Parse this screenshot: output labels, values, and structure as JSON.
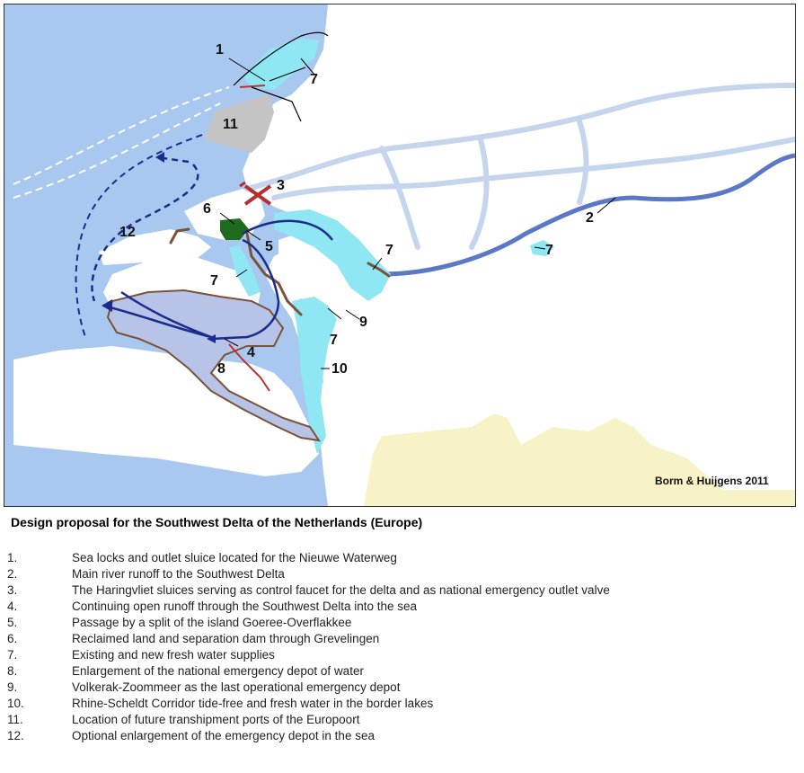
{
  "map": {
    "credit": "Borm & Huijgens 2011",
    "labels": {
      "l1": "1",
      "l2": "2",
      "l3": "3",
      "l4": "4",
      "l5": "5",
      "l6": "6",
      "l7a": "7",
      "l7b": "7",
      "l7c": "7",
      "l7d": "7",
      "l7e": "7",
      "l8": "8",
      "l9": "9",
      "l10": "10",
      "l11": "11",
      "l12": "12"
    },
    "colors": {
      "sea": "#a9c8ef",
      "land": "#ffffff",
      "land_south": "#f8f3c6",
      "river": "#c6d5ee",
      "fresh_water": "#8ee7f2",
      "depot": "#b7c4e8",
      "port_area": "#c4c4c4",
      "reclaimed": "#1e6b1e",
      "dam": "#7b5238",
      "main_runoff": "#5b78c7",
      "flow_arrow": "#1c2c8c",
      "sluice": "#b23030",
      "dashed_route": "#1c2c8c"
    }
  },
  "caption": "Design proposal for the Southwest Delta of the Netherlands (Europe)",
  "legend": [
    {
      "num": "1.",
      "text": "Sea locks and outlet sluice located for the Nieuwe Waterweg"
    },
    {
      "num": "2.",
      "text": "Main river runoff to the Southwest Delta"
    },
    {
      "num": "3.",
      "text": "The Haringvliet sluices serving as control faucet for the delta and as national emergency outlet valve"
    },
    {
      "num": "4.",
      "text": "Continuing open runoff through the Southwest Delta into the sea"
    },
    {
      "num": "5.",
      "text": "Passage by a split of the island Goeree-Overflakkee"
    },
    {
      "num": "6.",
      "text": "Reclaimed land and separation dam through Grevelingen"
    },
    {
      "num": "7.",
      "text": "Existing and new fresh water supplies"
    },
    {
      "num": "8.",
      "text": "Enlargement of the national emergency depot of water"
    },
    {
      "num": "9.",
      "text": "Volkerak-Zoommeer as the last operational emergency depot"
    },
    {
      "num": "10.",
      "text": "Rhine-Scheldt Corridor tide-free and fresh water in the border lakes"
    },
    {
      "num": "11.",
      "text": "Location of future transhipment ports of the Europoort"
    },
    {
      "num": "12.",
      "text": "Optional enlargement of the emergency depot in the sea"
    }
  ]
}
